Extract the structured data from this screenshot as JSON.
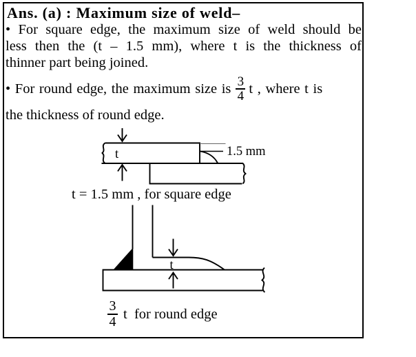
{
  "colors": {
    "ink": "#000000",
    "paper": "#ffffff"
  },
  "document": {
    "heading": "Ans. (a) : Maximum size of weld–",
    "bullet_square": {
      "line1": "• For square edge, the maximum size of weld should be",
      "line2": "less then the (t – 1.5 mm), where t is the thickness of",
      "line3": "thinner part being joined."
    },
    "bullet_round": {
      "pre": "• For round edge, the maximum size is",
      "fraction": {
        "numerator": "3",
        "denominator": "4"
      },
      "post": "t , where t is",
      "line2": "the thickness of round edge."
    }
  },
  "figure_square": {
    "thickness_label": "t",
    "gap_label": "1.5 mm",
    "caption": "t = 1.5 mm , for square edge"
  },
  "figure_round": {
    "thickness_label": "t",
    "caption_fraction": {
      "numerator": "3",
      "denominator": "4"
    },
    "caption_text": "t  for round edge"
  }
}
